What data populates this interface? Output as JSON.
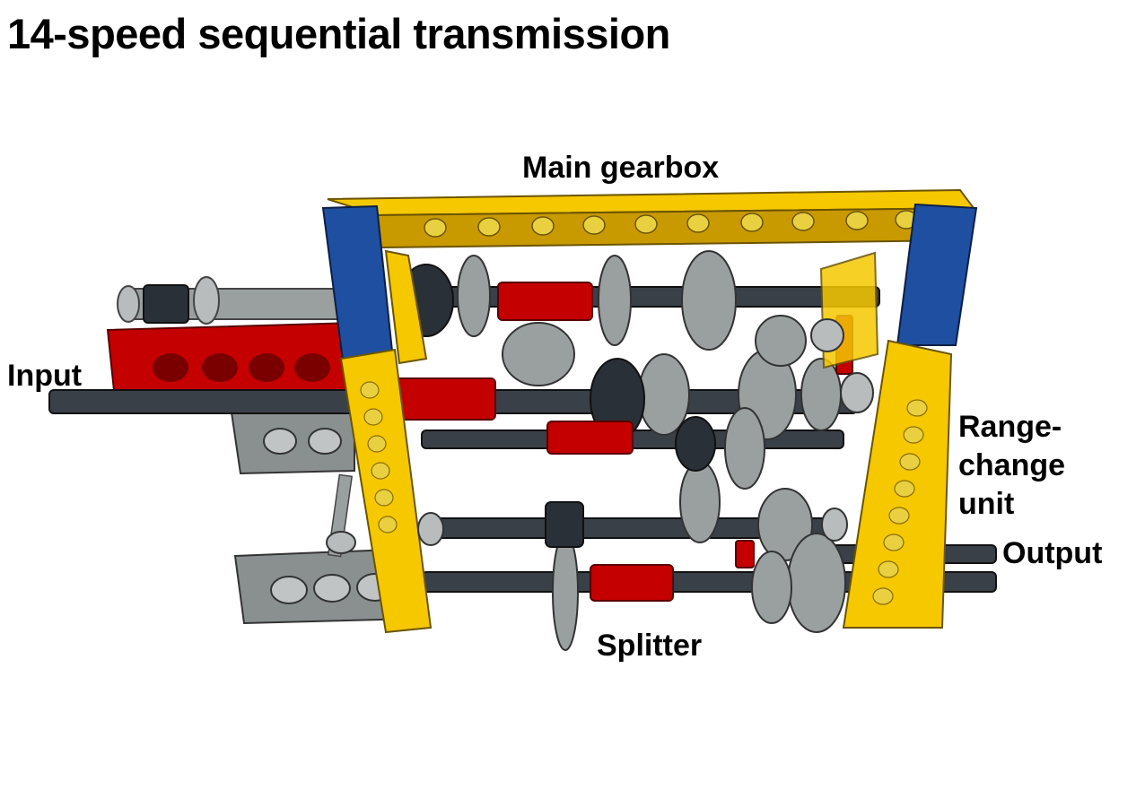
{
  "title": "14-speed sequential transmission",
  "labels": {
    "main_gearbox": "Main gearbox",
    "input": "Input",
    "range_change_line1": "Range-",
    "range_change_line2": "change",
    "range_change_line3": "unit",
    "output": "Output",
    "splitter": "Splitter"
  },
  "colors": {
    "yellow_beam": "#f5c800",
    "yellow_dark": "#c89a00",
    "blue_beam": "#1f4fa0",
    "red_part": "#c40000",
    "gray_part": "#8a9090",
    "gray_light": "#b8bcbc",
    "axle_dark": "#3a4048",
    "gear_dark": "#2a3038"
  }
}
